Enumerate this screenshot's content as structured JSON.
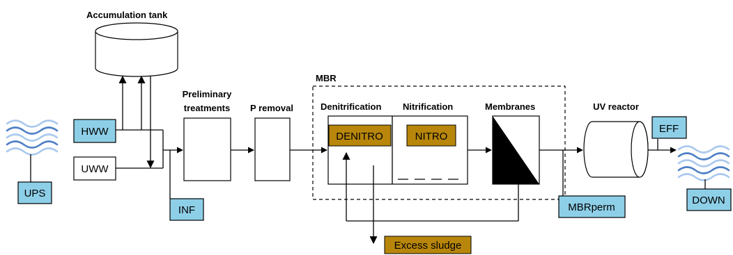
{
  "colors": {
    "sample_tag": "#8ecfe8",
    "unit_tag": "#b8860b",
    "wave_dark": "#4e7fc6",
    "wave_light": "#a9c8ee"
  },
  "labels": {
    "accumulation_tank": "Accumulation tank",
    "preliminary_line1": "Preliminary",
    "preliminary_line2": "treatments",
    "p_removal": "P removal",
    "mbr": "MBR",
    "denitrification": "Denitrification",
    "nitrification": "Nitrification",
    "membranes": "Membranes",
    "uv_reactor": "UV reactor"
  },
  "tags": {
    "hww": "HWW",
    "uww": "UWW",
    "ups": "UPS",
    "inf": "INF",
    "denitro": "DENITRO",
    "nitro": "NITRO",
    "excess_sludge": "Excess sludge",
    "mbrperm": "MBRperm",
    "eff": "EFF",
    "down": "DOWN"
  }
}
